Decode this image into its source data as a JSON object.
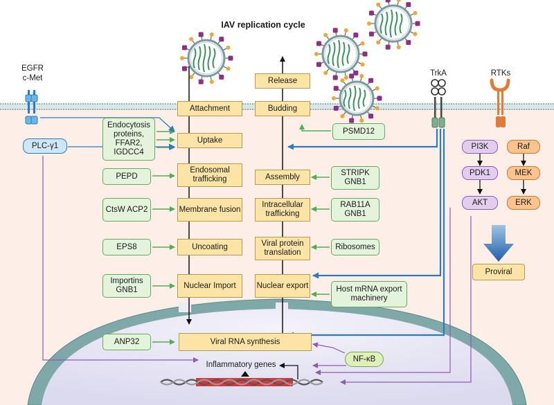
{
  "title": "IAV replication cycle",
  "receptors": {
    "egfr": "EGFR",
    "cmet": "c-Met",
    "trka": "TrkA",
    "rtks": "RTKs"
  },
  "plc": "PLC-γ1",
  "entry_steps": [
    "Attachment",
    "Uptake",
    "Endosomal trafficking",
    "Membrane fusion",
    "Uncoating",
    "Nuclear Import"
  ],
  "exit_steps": [
    "Release",
    "Budding",
    "Assembly",
    "Intracellular trafficking",
    "Viral protein translation",
    "Nuclear export"
  ],
  "rna_synthesis": "Viral RNA synthesis",
  "left_factors": {
    "endocytosis": "Endocytosis proteins, FFAR2, IGDCC4",
    "pepd": "PEPD",
    "ctsw": "CtsW ACP2",
    "eps8": "EPS8",
    "importins": "Importins GNB1",
    "anp32": "ANP32"
  },
  "right_factors": {
    "psmd12": "PSMD12",
    "stripk": "STRIPK GNB1",
    "rab11a": "RAB11A GNB1",
    "ribosomes": "Ribosomes",
    "host_mrna": "Host mRNA export machinery"
  },
  "kinases": {
    "pi3k": "PI3K",
    "pdk1": "PDK1",
    "akt": "AKT",
    "raf": "Raf",
    "mek": "MEK",
    "erk": "ERK"
  },
  "proviral": "Proviral",
  "nfkb": "NF-κB",
  "inflammatory": "Inflammatory genes",
  "colors": {
    "cytoplasm": "#fdeee8",
    "step_fill": "#fbe4a6",
    "factor_fill": "#e3f3dc",
    "factor_border": "#6aa85d",
    "arrow_green": "#4caf50",
    "arrow_blue": "#2b7bc4",
    "arrow_purple": "#8e5bb5",
    "pi3k_fill": "#e2cdee",
    "raf_fill": "#fbc48f",
    "nucleus": "#ecebf6",
    "nuclear_envelope": "#7fa9a8"
  }
}
